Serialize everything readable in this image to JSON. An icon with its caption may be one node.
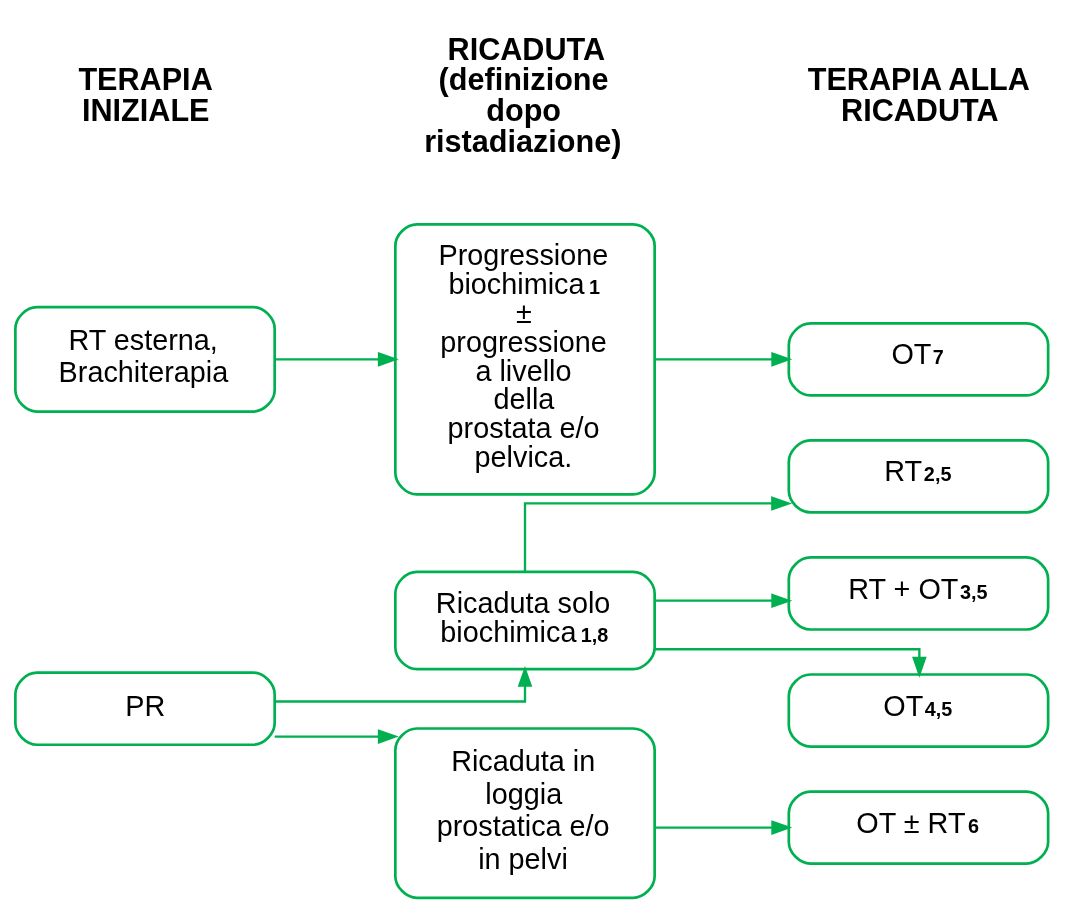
{
  "diagram": {
    "nodes": [
      {
        "text": [
          "PR"
        ]
      },
      {
        "text": [
          "Ricaduta solo biochimica$^{1,8}$"
        ]
      },
      {
        "text": [
          "Ricaduta in loggia prostatica e/o in pelvi"
        ]
      },
      {
        "text": [
          "RT$^{2,5}$"
        ]
      },
      {
        "text": [
          "RT + OT$^{3,5}$"
        ]
      },
      {
        "text": [
          "OT$^{4,5}$"
        ]
      },
      {
        "text": [
          "OT ± RT$^{6}$"
        ]
      },
      {
        "text": [
          "RT esterna, Brachiterapia"
        ]
      },
      {
        "text": [
          "Progressione biochimica$^{1}$ ± progressione a livello della prostata e/o pelvica."
        ]
      },
      {
        "text": [
          "OT$^{7}$"
        ]
      }
    ],
    "edges": [
      {
        "from": 0,
        "to": 1,
        "arrow": "to"
      },
      {
        "from": 0,
        "to": 2,
        "arrow": "to"
      },
      {
        "from": 1,
        "to": 3,
        "arrow": "to"
      },
      {
        "from": 1,
        "to": 4,
        "arrow": "to"
      },
      {
        "from": 1,
        "to": 5,
        "arrow": "to"
      },
      {
        "from": 2,
        "to": 6,
        "arrow": "to"
      },
      {
        "from": 7,
        "to": 8,
        "arrow": "to"
      },
      {
        "from": 8,
        "to": 9,
        "arrow": "to"
      }
    ],
    "labels": [
      "TERAPIA INIZIALE",
      "RICADUTA (definizione dopo ristadiazione)",
      "TERAPIA ALLA RICADUTA"
    ]
  }
}
